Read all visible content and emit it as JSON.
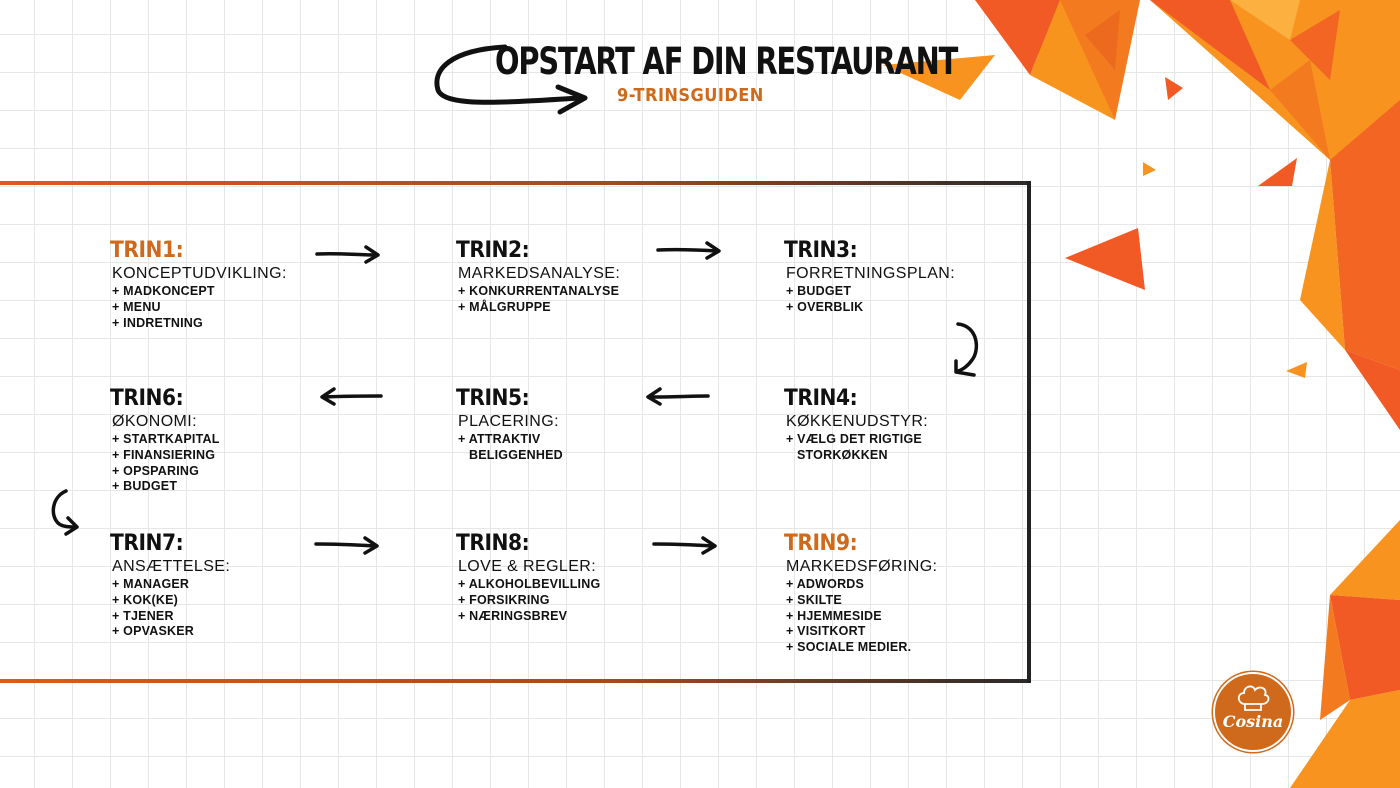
{
  "title": {
    "main": "OPSTART AF DIN RESTAURANT",
    "subtitle": "9-TRINSGUIDEN"
  },
  "steps": [
    {
      "head": "TRIN1:",
      "sub": "KONCEPTUDVIKLING:",
      "items": [
        "+ MADKONCEPT",
        "+ MENU",
        "+ INDRETNING"
      ]
    },
    {
      "head": "TRIN2:",
      "sub": "MARKEDSANALYSE:",
      "items": [
        "+ KONKURRENTANALYSE",
        "+ MÅLGRUPPE"
      ]
    },
    {
      "head": "TRIN3:",
      "sub": "FORRETNINGSPLAN:",
      "items": [
        "+ BUDGET",
        "+ OVERBLIK"
      ]
    },
    {
      "head": "TRIN4:",
      "sub": "KØKKENUDSTYR:",
      "items": [
        "+ VÆLG DET RIGTIGE",
        "   STORKØKKEN"
      ]
    },
    {
      "head": "TRIN5:",
      "sub": "PLACERING:",
      "items": [
        "+ ATTRAKTIV",
        "   BELIGGENHED"
      ]
    },
    {
      "head": "TRIN6:",
      "sub": "ØKONOMI:",
      "items": [
        "+ STARTKAPITAL",
        "+ FINANSIERING",
        "+ OPSPARING",
        "+ BUDGET"
      ]
    },
    {
      "head": "TRIN7:",
      "sub": "ANSÆTTELSE:",
      "items": [
        "+ MANAGER",
        "+ KOK(KE)",
        "+ TJENER",
        "+ OPVASKER"
      ]
    },
    {
      "head": "TRIN8:",
      "sub": "LOVE & REGLER:",
      "items": [
        "+ ALKOHOLBEVILLING",
        "+ FORSIKRING",
        "+ NÆRINGSBREV"
      ]
    },
    {
      "head": "TRIN9:",
      "sub": "MARKEDSFØRING:",
      "items": [
        "+ ADWORDS",
        "+ SKILTE",
        "+ HJEMMESIDE",
        "+ VISITKORT",
        "+ SOCIALE MEDIER."
      ]
    }
  ],
  "logo": {
    "text": "Cosina"
  },
  "colors": {
    "accent": "#d0691b",
    "orange": "#f7931e",
    "dark_orange": "#f15a24"
  }
}
